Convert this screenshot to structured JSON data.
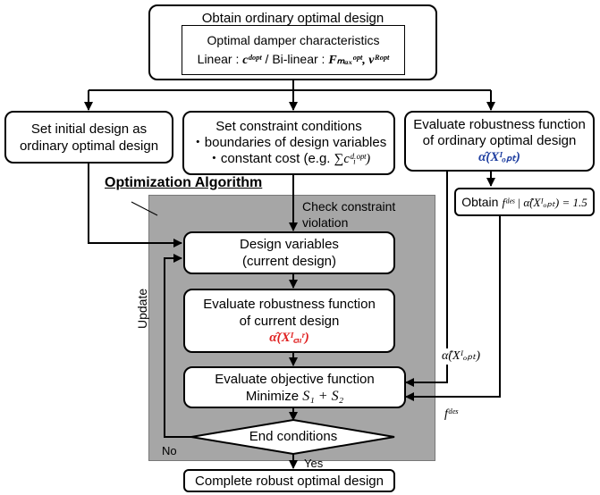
{
  "top": {
    "title": "Obtain ordinary optimal design",
    "inner_title": "Optimal damper characteristics",
    "linear_label": "Linear :",
    "linear_expr": "cᵈᵒᵖᵗ",
    "separator": "/",
    "bilinear_label": "Bi-linear :",
    "bilinear_expr": "Fₘₐₓᵒᵖᵗ, vᴿᵒᵖᵗ"
  },
  "initial": {
    "line1": "Set initial design as",
    "line2": "ordinary optimal design"
  },
  "constraint": {
    "line1": "Set constraint conditions",
    "line2": "・boundaries of design variables",
    "line3": "・constant cost (e.g.",
    "line3_expr": "∑cᵈᵢᵒᵖᵗ)"
  },
  "robust_ordinary": {
    "line1": "Evaluate robustness function",
    "line2": "of ordinary optimal design",
    "expr": "α̂(Xᴵₒₚₜ)"
  },
  "obtain_fdes": {
    "label": "Obtain",
    "expr": "fᵈᵉˢ | α̂(Xᴵₒₚₜ) = 1.5"
  },
  "algorithm": {
    "title": "Optimization Algorithm",
    "check_line1": "Check constraint",
    "check_line2": "violation",
    "update": "Update"
  },
  "design_vars": {
    "line1": "Design variables",
    "line2": "(current design)"
  },
  "robust_current": {
    "line1": "Evaluate robustness function",
    "line2": "of current design",
    "expr": "α̂(Xᴵ꜀ᵤʳ)"
  },
  "objective": {
    "line1": "Evaluate objective function",
    "label": "Minimize",
    "expr": "S₁ + S₂"
  },
  "end_conditions": "End conditions",
  "no_label": "No",
  "yes_label": "Yes",
  "complete": "Complete robust optimal design",
  "alpha_side": "α̂(Xᴵₒₚₜ)",
  "fdes_side": "fᵈᵉˢ",
  "colors": {
    "panel": "#a6a6a6",
    "blue_expr": "#1f3fa0",
    "red_expr": "#e02020"
  }
}
